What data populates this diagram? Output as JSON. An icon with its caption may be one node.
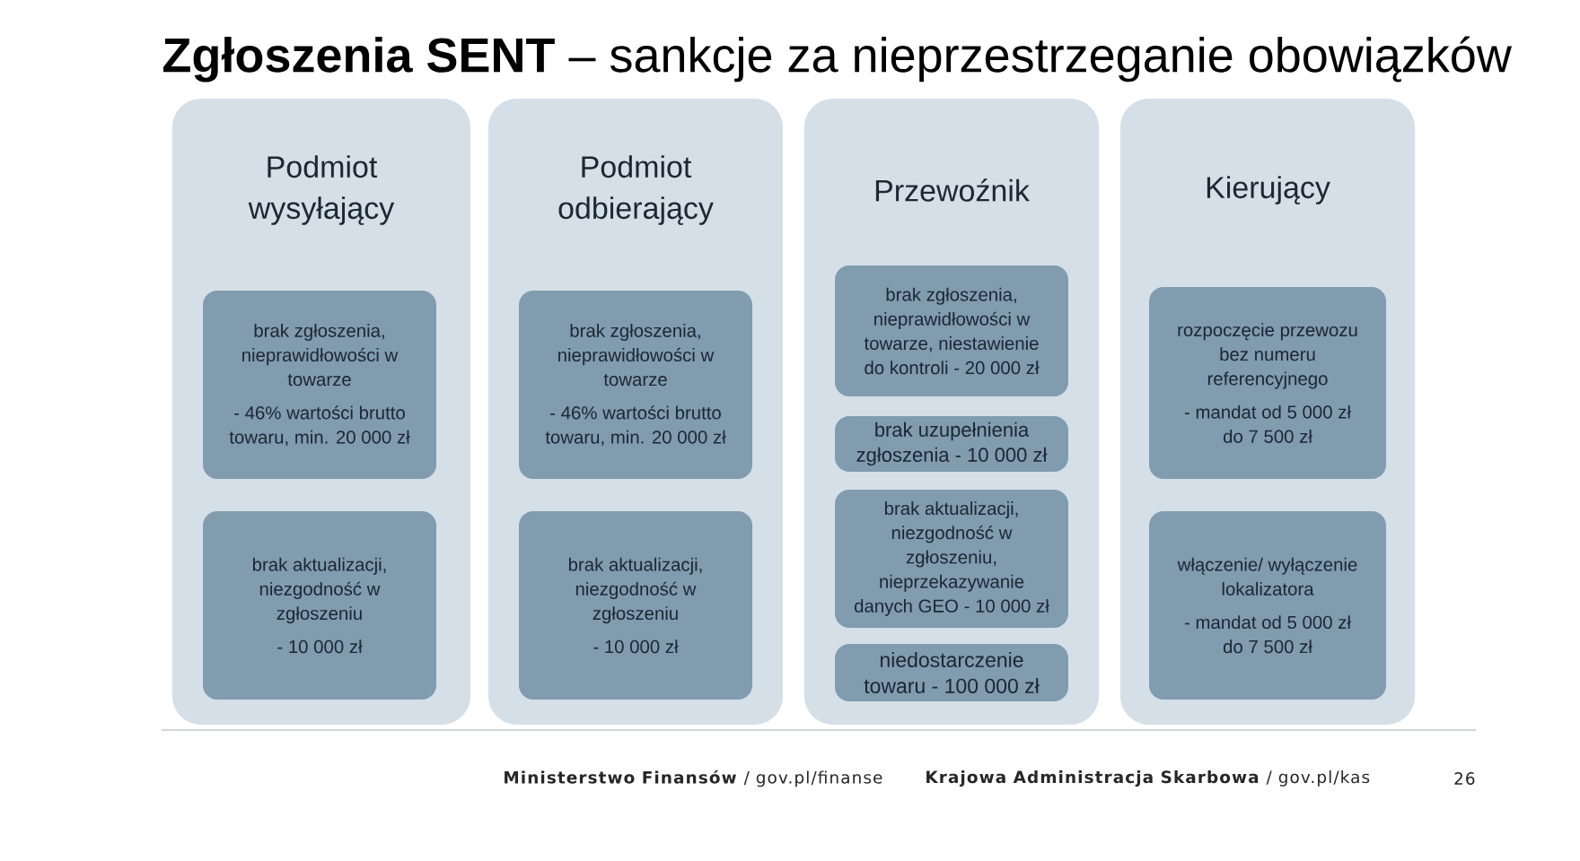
{
  "diagram": {
    "title": "**Zgłoszenia SENT** – sankcje za nieprzestrzeganie obowiązków",
    "nodes": [
      {
        "text": [
          "Podmiot wysyłający"
        ]
      },
      {
        "text": [
          "brak zgłoszenia, nieprawidłowości w towarze",
          "- 46% wartości brutto towaru, min. 20 000 zł"
        ],
        "in": 0
      },
      {
        "text": [
          "brak aktualizacji, niezgodność w zgłoszeniu",
          "- 10 000 zł"
        ],
        "in": 0
      },
      {
        "text": [
          "Podmiot odbierający"
        ]
      },
      {
        "text": [
          "brak zgłoszenia, nieprawidłowości w towarze",
          "- 46% wartości brutto towaru, min. 20 000 zł"
        ],
        "in": 3
      },
      {
        "text": [
          "brak aktualizacji, niezgodność w zgłoszeniu",
          "- 10 000 zł"
        ],
        "in": 3
      },
      {
        "text": [
          "Przewoźnik"
        ]
      },
      {
        "text": [
          "brak zgłoszenia, nieprawidłowości w towarze, niestawienie do kontroli - 20 000 zł"
        ],
        "in": 6
      },
      {
        "text": [
          "brak uzupełnienia zgłoszenia - 10 000 zł"
        ],
        "in": 6
      },
      {
        "text": [
          "brak aktualizacji, niezgodność w zgłoszeniu, nieprzekazywanie danych GEO - 10 000 zł"
        ],
        "in": 6
      },
      {
        "text": [
          "niedostarczenie towaru - 100 000 zł"
        ],
        "in": 6
      },
      {
        "text": [
          "Kierujący"
        ]
      },
      {
        "text": [
          "rozpoczęcie przewozu bez numeru referencyjnego",
          "- mandat od 5 000 zł do 7 500 zł"
        ],
        "in": 11
      },
      {
        "text": [
          "włączenie/ wyłączenie lokalizatora",
          "- mandat od 5 000 zł do 7 500 zł"
        ],
        "in": 11
      }
    ],
    "labels": [
      "**Ministerstwo Finansów** / gov.pl/finanse",
      "**Krajowa Administracja Skarbowa** / gov.pl/kas",
      "26"
    ]
  }
}
